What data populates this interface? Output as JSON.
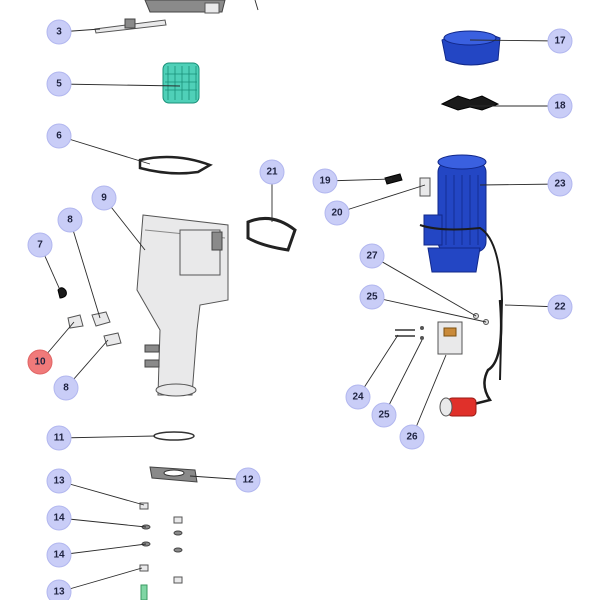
{
  "callouts": [
    {
      "id": "c3",
      "label": "3",
      "active": false
    },
    {
      "id": "c5",
      "label": "5",
      "active": false
    },
    {
      "id": "c6",
      "label": "6",
      "active": false
    },
    {
      "id": "c9",
      "label": "9",
      "active": false
    },
    {
      "id": "c8a",
      "label": "8",
      "active": false
    },
    {
      "id": "c7",
      "label": "7",
      "active": false
    },
    {
      "id": "c10",
      "label": "10",
      "active": true
    },
    {
      "id": "c8b",
      "label": "8",
      "active": false
    },
    {
      "id": "c11",
      "label": "11",
      "active": false
    },
    {
      "id": "c12",
      "label": "12",
      "active": false
    },
    {
      "id": "c13a",
      "label": "13",
      "active": false
    },
    {
      "id": "c14a",
      "label": "14",
      "active": false
    },
    {
      "id": "c14b",
      "label": "14",
      "active": false
    },
    {
      "id": "c13b",
      "label": "13",
      "active": false
    },
    {
      "id": "c17",
      "label": "17",
      "active": false
    },
    {
      "id": "c18",
      "label": "18",
      "active": false
    },
    {
      "id": "c21",
      "label": "21",
      "active": false
    },
    {
      "id": "c19",
      "label": "19",
      "active": false
    },
    {
      "id": "c20",
      "label": "20",
      "active": false
    },
    {
      "id": "c23",
      "label": "23",
      "active": false
    },
    {
      "id": "c27",
      "label": "27",
      "active": false
    },
    {
      "id": "c25a",
      "label": "25",
      "active": false
    },
    {
      "id": "c22",
      "label": "22",
      "active": false
    },
    {
      "id": "c24",
      "label": "24",
      "active": false
    },
    {
      "id": "c25b",
      "label": "25",
      "active": false
    },
    {
      "id": "c26",
      "label": "26",
      "active": false
    }
  ],
  "colors": {
    "badge_fill": "#c9cdf7",
    "badge_active_fill": "#f07a7a",
    "motor_blue": "#2346c4",
    "basket_teal": "#4fd0b8"
  }
}
